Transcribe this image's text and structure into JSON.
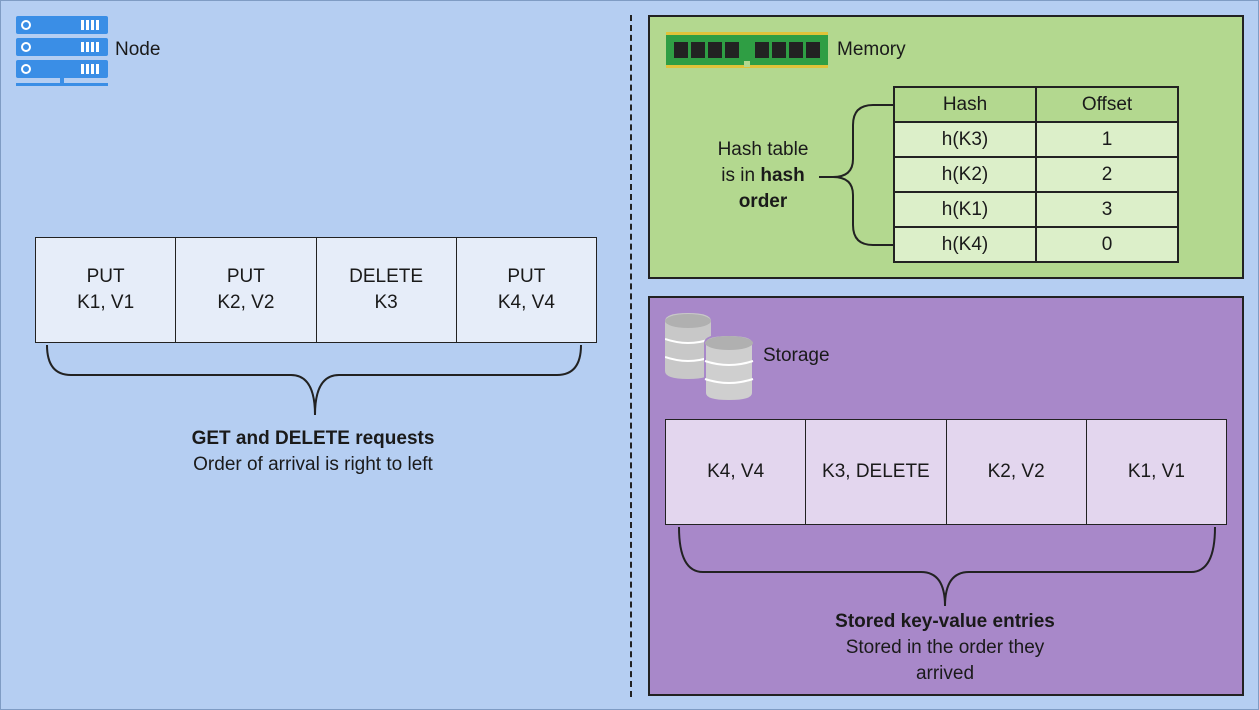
{
  "node": {
    "label": "Node"
  },
  "requests": {
    "cells": [
      {
        "line1": "PUT",
        "line2": "K1, V1"
      },
      {
        "line1": "PUT",
        "line2": "K2, V2"
      },
      {
        "line1": "DELETE",
        "line2": "K3"
      },
      {
        "line1": "PUT",
        "line2": "K4, V4"
      }
    ],
    "caption_title": "GET and DELETE requests",
    "caption_text": "Order of arrival is right to left"
  },
  "memory": {
    "label": "Memory",
    "note_part1": "Hash table",
    "note_part2": "is in",
    "note_bold": "hash",
    "note_bold2": "order",
    "table": {
      "headers": [
        "Hash",
        "Offset"
      ],
      "rows": [
        [
          "h(K3)",
          "1"
        ],
        [
          "h(K2)",
          "2"
        ],
        [
          "h(K1)",
          "3"
        ],
        [
          "h(K4)",
          "0"
        ]
      ]
    }
  },
  "storage": {
    "label": "Storage",
    "cells": [
      "K4, V4",
      "K3, DELETE",
      "K2, V2",
      "K1, V1"
    ],
    "caption_title": "Stored key-value entries",
    "caption_line1": "Stored in the order they",
    "caption_line2": "arrived"
  },
  "colors": {
    "background": "#b5cef2",
    "memory_panel": "#b3d88f",
    "storage_panel": "#a888c9",
    "server_icon": "#3a8ee6",
    "ram_icon": "#2f9e44"
  }
}
